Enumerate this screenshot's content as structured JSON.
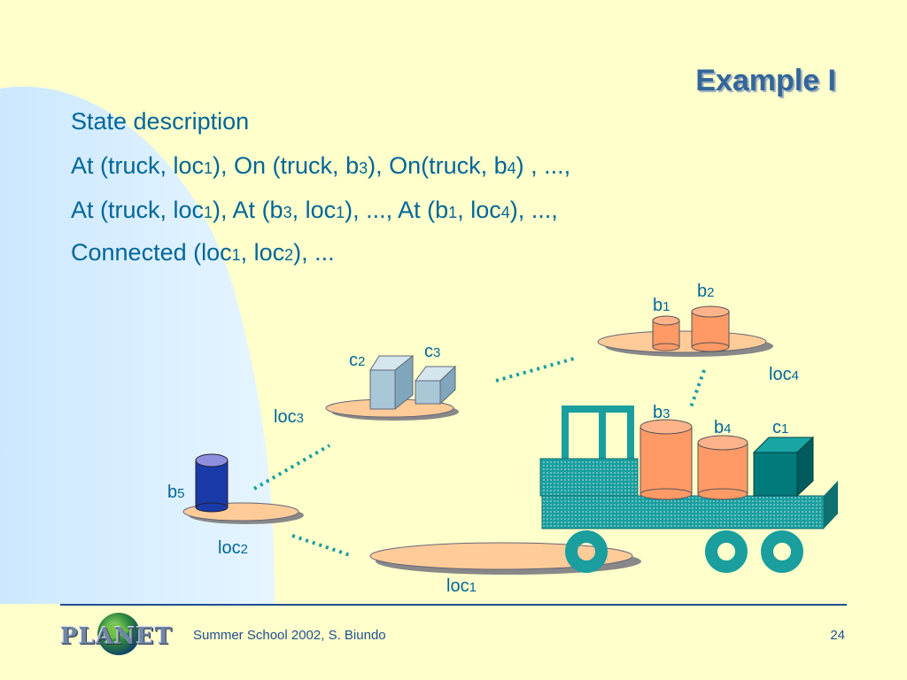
{
  "title": "Example I",
  "lines": [
    {
      "segments": [
        {
          "t": "State description",
          "sub": false
        }
      ]
    },
    {
      "segments": [
        {
          "t": "At (truck, loc",
          "sub": false
        },
        {
          "t": "1",
          "sub": true
        },
        {
          "t": "), On (truck, b",
          "sub": false
        },
        {
          "t": "3",
          "sub": true
        },
        {
          "t": "), On(truck, b",
          "sub": false
        },
        {
          "t": "4",
          "sub": true
        },
        {
          "t": ") , ...,",
          "sub": false
        }
      ]
    },
    {
      "segments": [
        {
          "t": "At (truck, loc",
          "sub": false
        },
        {
          "t": "1",
          "sub": true
        },
        {
          "t": "), At (b",
          "sub": false
        },
        {
          "t": "3",
          "sub": true
        },
        {
          "t": ", loc",
          "sub": false
        },
        {
          "t": "1",
          "sub": true
        },
        {
          "t": "), ..., At (b",
          "sub": false
        },
        {
          "t": "1",
          "sub": true
        },
        {
          "t": ", loc",
          "sub": false
        },
        {
          "t": "4",
          "sub": true
        },
        {
          "t": "), ...,",
          "sub": false
        }
      ]
    },
    {
      "segments": [
        {
          "t": "Connected (loc",
          "sub": false
        },
        {
          "t": "1",
          "sub": true
        },
        {
          "t": ", loc",
          "sub": false
        },
        {
          "t": "2",
          "sub": true
        },
        {
          "t": "), ...",
          "sub": false
        }
      ]
    }
  ],
  "diagram": {
    "labels": {
      "b1": {
        "base": "b",
        "idx": "1"
      },
      "b2": {
        "base": "b",
        "idx": "2"
      },
      "b3": {
        "base": "b",
        "idx": "3"
      },
      "b4": {
        "base": "b",
        "idx": "4"
      },
      "b5": {
        "base": "b",
        "idx": "5"
      },
      "c1": {
        "base": "c",
        "idx": "1"
      },
      "c2": {
        "base": "c",
        "idx": "2"
      },
      "c3": {
        "base": "c",
        "idx": "3"
      },
      "loc1": {
        "base": "loc",
        "idx": "1"
      },
      "loc2": {
        "base": "loc",
        "idx": "2"
      },
      "loc3": {
        "base": "loc",
        "idx": "3"
      },
      "loc4": {
        "base": "loc",
        "idx": "4"
      }
    },
    "colors": {
      "platform": "#ffcc99",
      "box_orange": "#ff9966",
      "truck": "#1a9e9e",
      "blue_cylinder": "#1a3aa8",
      "gray_box": "#a8c8d8",
      "dark_box": "#007a7a"
    }
  },
  "footer": {
    "logo": "PLANET",
    "text": "Summer School 2002, S. Biundo",
    "page": "24"
  }
}
